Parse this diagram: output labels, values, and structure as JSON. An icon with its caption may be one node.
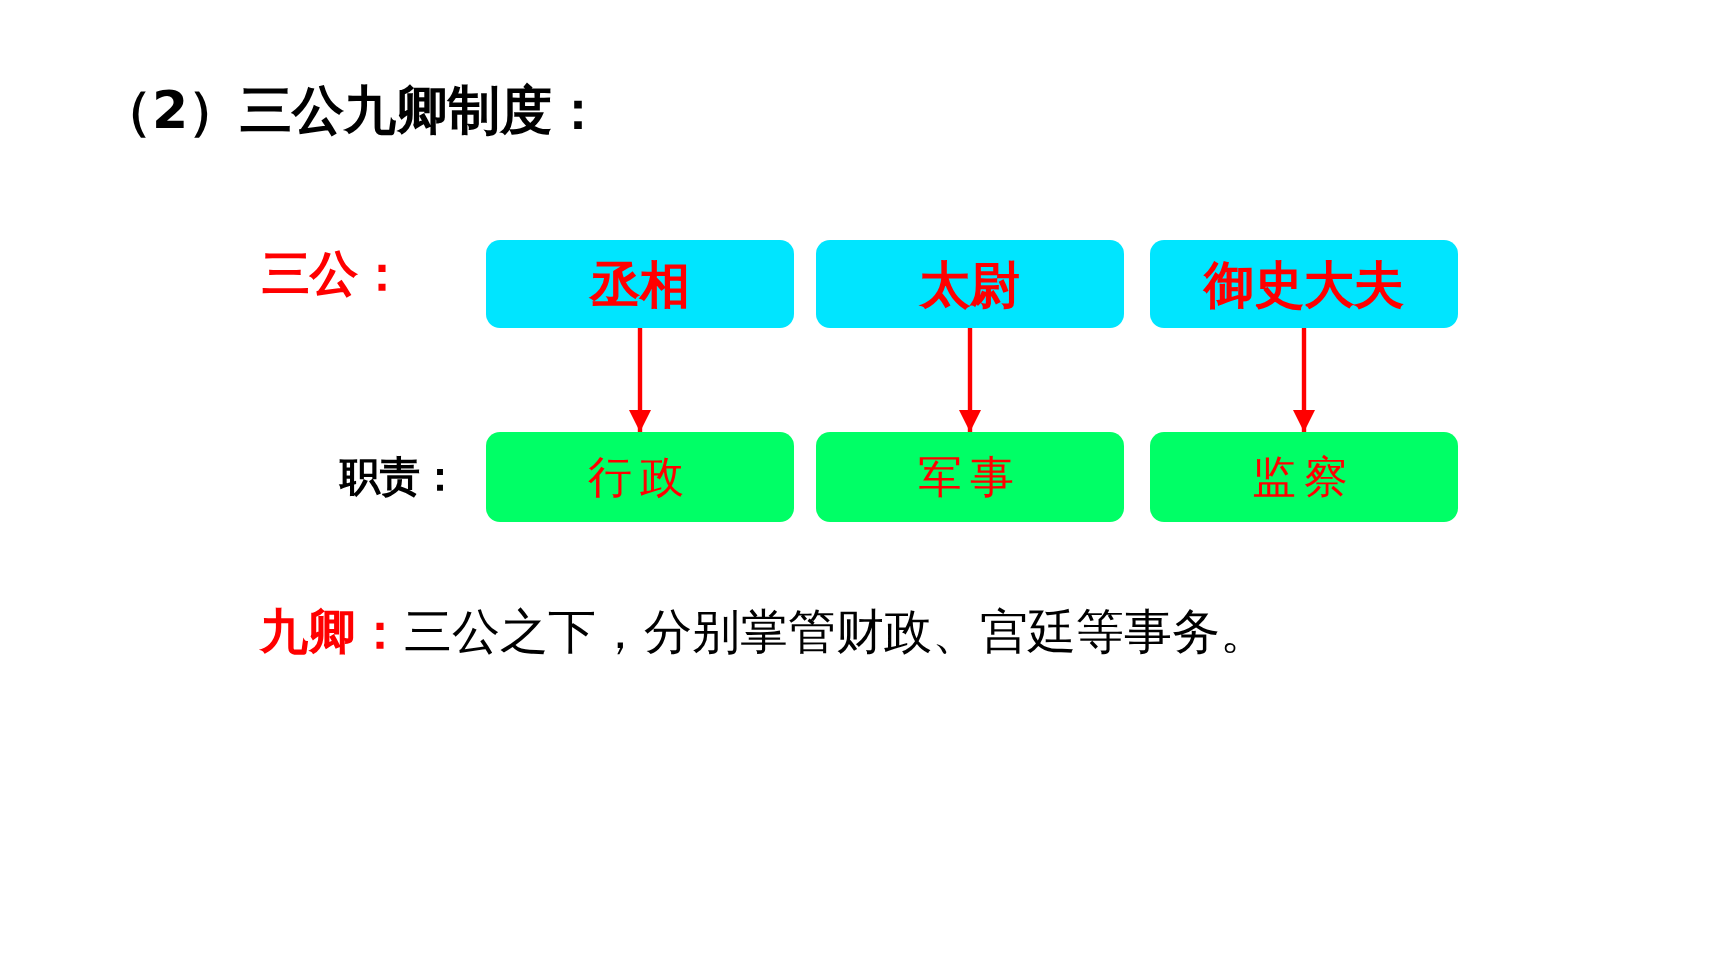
{
  "diagram": {
    "title": "（2）三公九卿制度：",
    "nodes": [
      {
        "text": [
          "丞相"
        ]
      },
      {
        "text": [
          "太尉"
        ]
      },
      {
        "text": [
          "御史大夫"
        ]
      },
      {
        "text": [
          "行政"
        ]
      },
      {
        "text": [
          "军事"
        ]
      },
      {
        "text": [
          "监察"
        ]
      }
    ],
    "edges": [
      {
        "from": 0,
        "to": 3,
        "arrow": "to"
      },
      {
        "from": 1,
        "to": 4,
        "arrow": "to"
      },
      {
        "from": 2,
        "to": 5,
        "arrow": "to"
      }
    ],
    "labels": [
      "三公：",
      "职责：",
      "**九卿：**三公之下，分别掌管财政、宫廷等事务。"
    ]
  }
}
